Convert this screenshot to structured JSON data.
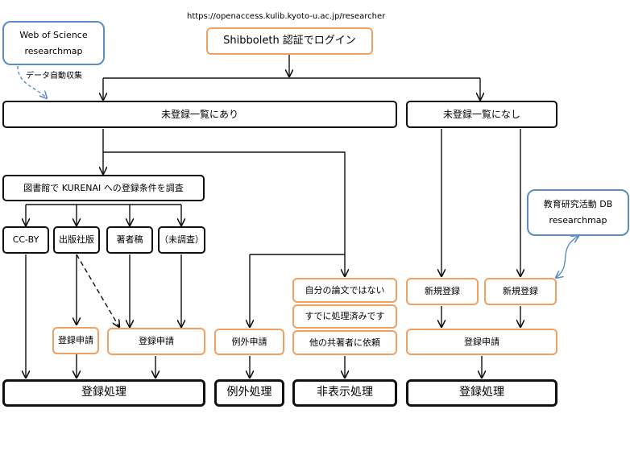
{
  "url": "https://openaccess.kulib.kyoto-u.ac.jp/researcher",
  "login": "Shibboleth 認証でログイン",
  "sources_top": {
    "line1": "Web of Science",
    "line2": "researchmap"
  },
  "auto_collect": "データ自動収集",
  "registered": "未登録一覧にあり",
  "not_registered": "未登録一覧になし",
  "investigate": "図書館で KURENAI への登録条件を調査",
  "ccby": "CC-BY",
  "publisher": "出版社版",
  "author_ms": "著者稿",
  "uninvestigated": "（未調査）",
  "apply_left": "登録申請",
  "apply_mid": "登録申請",
  "process_left": "登録処理",
  "exception_apply": "例外申請",
  "exception_process": "例外処理",
  "not_mine": "自分の論文ではない",
  "already_done": "すでに処理済みです",
  "ask_coauthor": "他の共著者に依頼",
  "hide_process": "非表示処理",
  "sources_right": {
    "line1": "教育研究活動 DB",
    "line2": "researchmap"
  },
  "new_reg_1": "新規登録",
  "new_reg_2": "新規登録",
  "apply_right": "登録申請",
  "process_right": "登録処理"
}
